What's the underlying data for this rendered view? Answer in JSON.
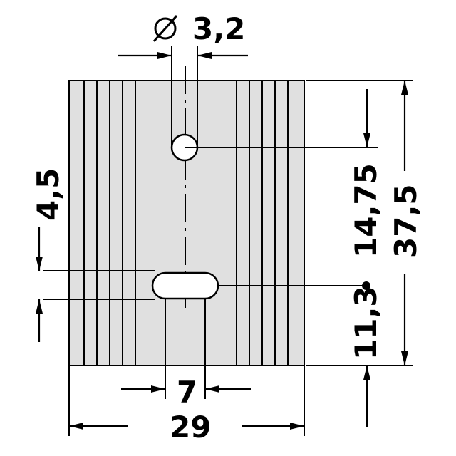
{
  "drawing": {
    "dimensions": {
      "hole_diameter_symbol": "⌀",
      "hole_diameter": "3,2",
      "slot_offset": "4,5",
      "hole_from_top": "14,75",
      "total_height": "37,5",
      "slot_from_bottom": "11,3",
      "slot_length": "7",
      "total_width": "29"
    },
    "colors": {
      "body_fill": "#e0e0e0",
      "line": "#000000",
      "background": "#ffffff"
    }
  }
}
